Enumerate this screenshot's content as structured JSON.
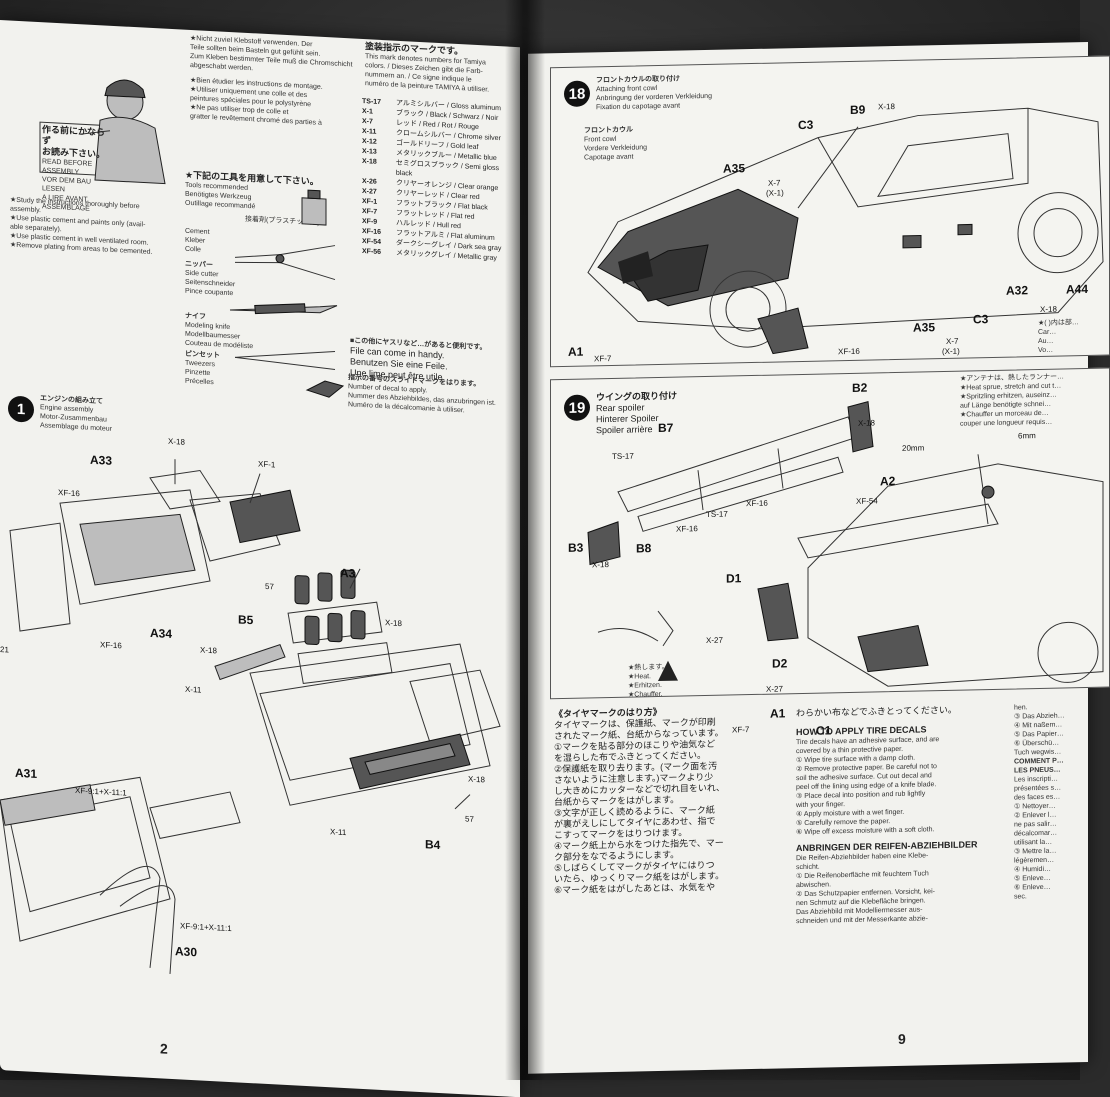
{
  "left_page": {
    "page_number": "2",
    "glue_warning": [
      "★Nicht zuviel Klebstoff verwenden. Der",
      "Teile sollten beim Basteln gut gefühlt sein.",
      "Zum Kleben bestimmter Teile muß die Chromschicht",
      "abgeschabt werden."
    ],
    "glue_warning_fr": [
      "★Bien étudier les instructions de montage.",
      "★Utiliser uniquement une colle et des",
      "peintures spéciales pour le polystyrène",
      "★Ne pas utiliser trop de colle et",
      "gratter le revêtement chromé des parties à"
    ],
    "read_before_ja": [
      "作る前にかならず",
      "お読み下さい。"
    ],
    "read_before_en": [
      "READ BEFORE ASSEMBLY",
      "VOR DEM BAU LESEN",
      "A LIRE AVANT ASSEMBLAGE"
    ],
    "tools_ja": "★下記の工具を用意して下さい。",
    "tools_en": [
      "Tools recommended",
      "Benötigtes Werkzeug",
      "Outillage recommandé"
    ],
    "cement_ja": "接着剤(プラスチック用)",
    "tools": [
      {
        "ja": "ニッパー",
        "lines": [
          "Side cutter",
          "Seitenschneider",
          "Pince coupante"
        ]
      },
      {
        "ja": "ナイフ",
        "lines": [
          "Modeling knife",
          "Modellbaumesser",
          "Couteau de modéliste"
        ]
      },
      {
        "ja": "ピンセット",
        "lines": [
          "Tweezers",
          "Pinzette",
          "Précelles"
        ]
      }
    ],
    "cement_labels": [
      "Cement",
      "Kleber",
      "Colle"
    ],
    "file_note_ja": "■この他にヤスリなど…があると便利です。",
    "file_note": [
      "File can come in handy.",
      "Benutzen Sie eine Feile.",
      "Une lime peut être utile."
    ],
    "paint_header_ja": "塗装指示のマークです。",
    "paint_header": [
      "This mark denotes numbers for Tamiya",
      "colors. / Dieses Zeichen gibt die Farb-",
      "nummern an. / Ce signe indique le",
      "numéro de la peinture TAMIYA à utiliser."
    ],
    "paints": [
      {
        "code": "TS-17",
        "name": "アルミシルバー / Gloss aluminum"
      },
      {
        "code": "X-1",
        "name": "ブラック / Black / Schwarz / Noir"
      },
      {
        "code": "X-7",
        "name": "レッド / Red / Rot / Rouge"
      },
      {
        "code": "X-11",
        "name": "クロームシルバー / Chrome silver"
      },
      {
        "code": "X-12",
        "name": "ゴールドリーフ / Gold leaf"
      },
      {
        "code": "X-13",
        "name": "メタリックブルー / Metallic blue"
      },
      {
        "code": "X-18",
        "name": "セミグロスブラック / Semi gloss black"
      },
      {
        "code": "X-26",
        "name": "クリヤーオレンジ / Clear orange"
      },
      {
        "code": "X-27",
        "name": "クリヤーレッド / Clear red"
      },
      {
        "code": "XF-1",
        "name": "フラットブラック / Flat black"
      },
      {
        "code": "XF-7",
        "name": "フラットレッド / Flat red"
      },
      {
        "code": "XF-9",
        "name": "ハルレッド / Hull red"
      },
      {
        "code": "XF-16",
        "name": "フラットアルミ / Flat aluminum"
      },
      {
        "code": "XF-54",
        "name": "ダークシーグレイ / Dark sea gray"
      },
      {
        "code": "XF-56",
        "name": "メタリックグレイ / Metallic gray"
      }
    ],
    "decal_note_ja": "指示の番号のスライドマークをはります。",
    "decal_note": [
      "Number of decal to apply.",
      "Nummer des Abziehbildes, das anzubringen ist.",
      "Numéro de la décalcomanie à utiliser."
    ],
    "step1_number": "1",
    "step1_title_ja": "エンジンの組み立て",
    "step1_title": [
      "Engine assembly",
      "Motor-Zusammenbau",
      "Assemblage du moteur"
    ],
    "instructions_left": [
      "★Study the instructions thoroughly before",
      "assembly.",
      "★Use plastic cement and paints only (avail-",
      "able separately).",
      "★Use plastic cement in well ventilated room.",
      "★Remove plating from areas to be cemented."
    ],
    "part_labels": [
      "A33",
      "A34",
      "A3",
      "B5",
      "A31",
      "A30",
      "B4",
      "XF-1",
      "X-18",
      "X-18",
      "X-18",
      "X-18",
      "XF-16",
      "XF-16",
      "X-11",
      "X-11",
      "XF-9:1+X-11:1",
      "XF-9:1+X-11:1",
      "57",
      "57",
      "21"
    ]
  },
  "right_page": {
    "page_number": "9",
    "step18_number": "18",
    "step18_title_ja": "フロントカウルの取り付け",
    "step18_title": [
      "Attaching front cowl",
      "Anbringung der vorderen Verkleidung",
      "Fixation du capotage avant"
    ],
    "step18_sub_ja": "フロントカウル",
    "step18_sub": [
      "Front cowl",
      "Vordere Verkleidung",
      "Capotage avant"
    ],
    "step18_labels": [
      "C3",
      "B9",
      "X-18",
      "A35",
      "X-7",
      "(X-1)",
      "A32",
      "A44",
      "X-18",
      "A35",
      "C3",
      "X-7",
      "(X-1)",
      "XF-16",
      "A1",
      "XF-7"
    ],
    "step18_note": [
      "★( )内は部…",
      "Car…",
      "Au…",
      "Vo…"
    ],
    "step19_number": "19",
    "step19_title_ja": "ウイングの取り付け",
    "step19_title": [
      "Rear spoiler",
      "Hinterer Spoiler",
      "Spoiler arrière"
    ],
    "antenna_note": [
      "★アンテナは、熱したランナー…",
      "★Heat sprue, stretch and cut t…",
      "★Spritzling erhitzen, auseinz…",
      "auf Länge benötigte schnei…",
      "★Chauffer un morceau de…",
      "couper une longueur requis…"
    ],
    "step19_labels": [
      "B2",
      "X-18",
      "B7",
      "TS-17",
      "TS-17",
      "XF-16",
      "XF-16",
      "B3",
      "X-18",
      "B8",
      "A2",
      "XF-54",
      "D1",
      "X-27",
      "D2",
      "X-27",
      "A1",
      "XF-7",
      "C1",
      "20mm",
      "6mm"
    ],
    "heat_labels": [
      "★熱します。",
      "★Heat.",
      "★Erhitzen.",
      "★Chauffer."
    ],
    "tire_ja_heading": "《タイヤマークのはり方》",
    "tire_ja": [
      "タイヤマークは、保護紙、マークが印刷",
      "されたマーク紙、台紙からなっています。",
      "①マークを貼る部分のほこりや油気など",
      "を湿らした布でふきとってください。",
      "②保護紙を取り去ります。(マーク面を汚",
      "さないように注意します。)マークより少",
      "し大きめにカッターなどで切れ目をいれ、",
      "台紙からマークをはがします。",
      "③文字が正しく読めるように、マーク紙",
      "が裏がえしにしてタイヤにあわせ、指で",
      "こすってマークをはりつけます。",
      "④マーク紙上から水をつけた指先で、マー",
      "ク部分をなでるようにします。",
      "⑤しばらくしてマークがタイヤにはりつ",
      "いたら、ゆっくりマーク紙をはがします。",
      "⑥マーク紙をはがしたあとは、水気をや"
    ],
    "tire_ja_cont": "わらかい布などでふきとってください。",
    "tire_en_heading": "HOW TO APPLY TIRE DECALS",
    "tire_en": [
      "Tire decals have an adhesive surface, and are",
      "covered by a thin protective paper.",
      "① Wipe tire surface with a damp cloth.",
      "② Remove protective paper. Be careful not to",
      "soil the adhesive surface. Cut out decal and",
      "peel off the lining using edge of a knife blade.",
      "③ Place decal into position and rub lightly",
      "with your finger.",
      "④ Apply moisture with a wet finger.",
      "⑤ Carefully remove the paper.",
      "⑥ Wipe off excess moisture with a soft cloth."
    ],
    "tire_de_heading": "ANBRINGEN DER REIFEN-ABZIEHBILDER",
    "tire_de": [
      "Die Reifen-Abziehbilder haben eine Klebe-",
      "schicht.",
      "① Die Reifenoberfläche mit feuchtem Tuch",
      "abwischen.",
      "② Das Schutzpapier entfernen. Vorsicht, kei-",
      "nen Schmutz auf die Klebefläche bringen.",
      "Das Abziehbild mit Modelliermesser aus-",
      "schneiden und mit der Messerkante abzie-"
    ],
    "tire_col3": [
      "hen.",
      "③ Das Abzieh…",
      "④ Mit naßem…",
      "⑤ Das Papier…",
      "⑥ Überschü…",
      "Tuch wegwis…",
      "COMMENT P…",
      "LES PNEUS…",
      "Les inscripti…",
      "présentées s…",
      "des faces es…",
      "① Nettoyer…",
      "② Enlever l…",
      "ne pas salir…",
      "décalcomar…",
      "utilisant la…",
      "③ Mettre la…",
      "légèremen…",
      "④ Humidi…",
      "⑤ Enleve…",
      "⑥ Enleve…",
      "sec."
    ]
  }
}
